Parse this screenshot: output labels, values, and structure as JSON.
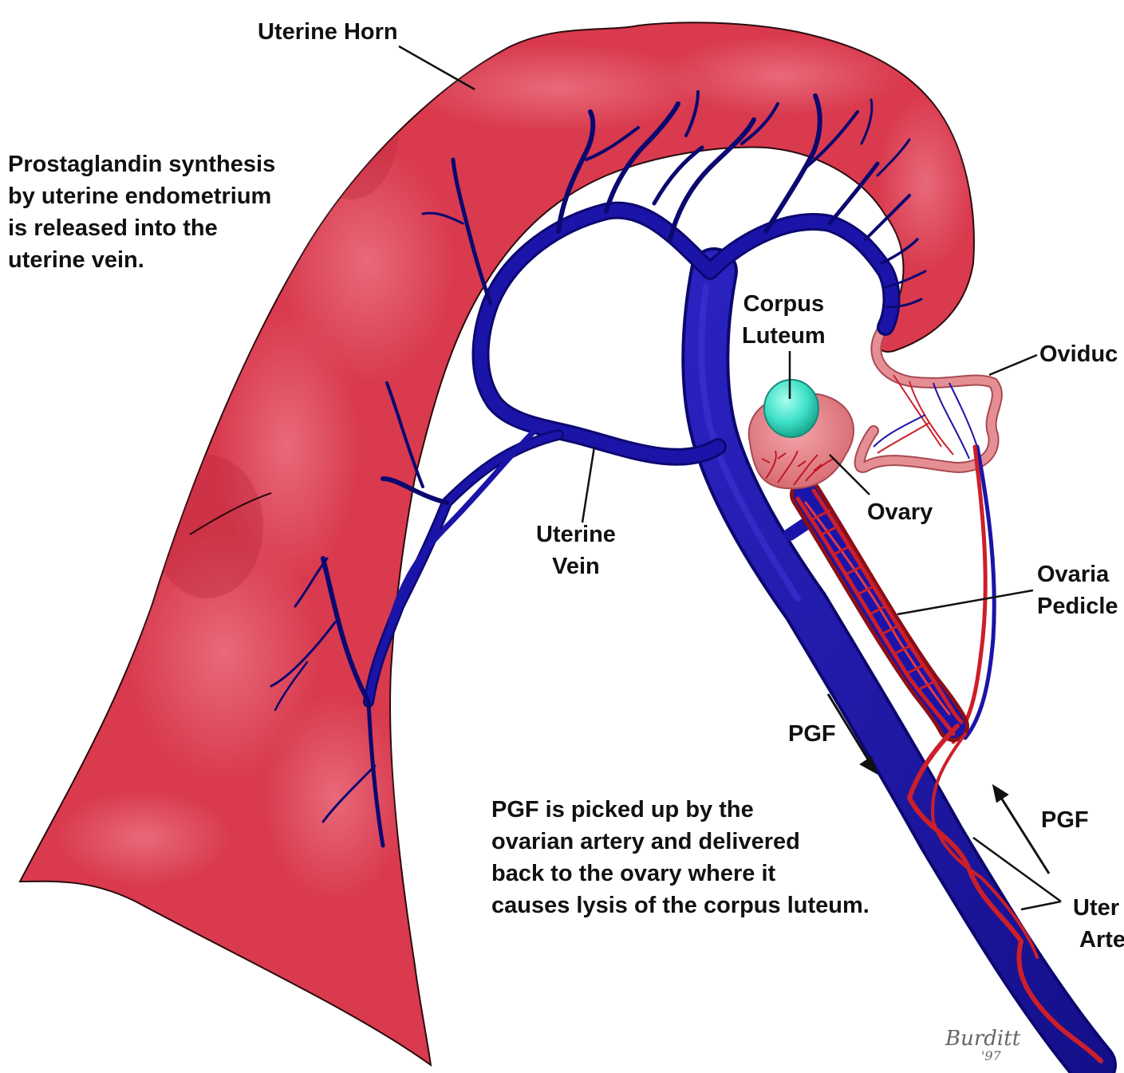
{
  "colors": {
    "uterus_fill": "#d93a4e",
    "uterus_highlight": "#ea7282",
    "vein": "#1b14a8",
    "vein_dark": "#0c0870",
    "artery": "#cc1f2a",
    "ovary": "#e3838a",
    "corpus_luteum": "#3fe0c8",
    "oviduct": "#e58f95",
    "text": "#111111"
  },
  "labels": {
    "uterine_horn": "Uterine Horn",
    "synthesis_note": [
      "Prostaglandin synthesis",
      "by uterine endometrium",
      "is released into the",
      "uterine vein."
    ],
    "corpus_luteum": [
      "Corpus",
      "Luteum"
    ],
    "oviduct": "Oviduc",
    "ovary": "Ovary",
    "uterine_vein": [
      "Uterine",
      "Vein"
    ],
    "ovarian_pedicle": [
      "Ovaria",
      "Pedicle"
    ],
    "pgf_upper": "PGF",
    "pgf_lower": "PGF",
    "pickup_note": [
      "PGF is picked up by the",
      "ovarian artery and delivered",
      "back to the ovary where it",
      "causes lysis of the corpus luteum."
    ],
    "uterine_artery": [
      "Uter",
      "Arte"
    ]
  },
  "signature": [
    "Burditt",
    "'97"
  ]
}
